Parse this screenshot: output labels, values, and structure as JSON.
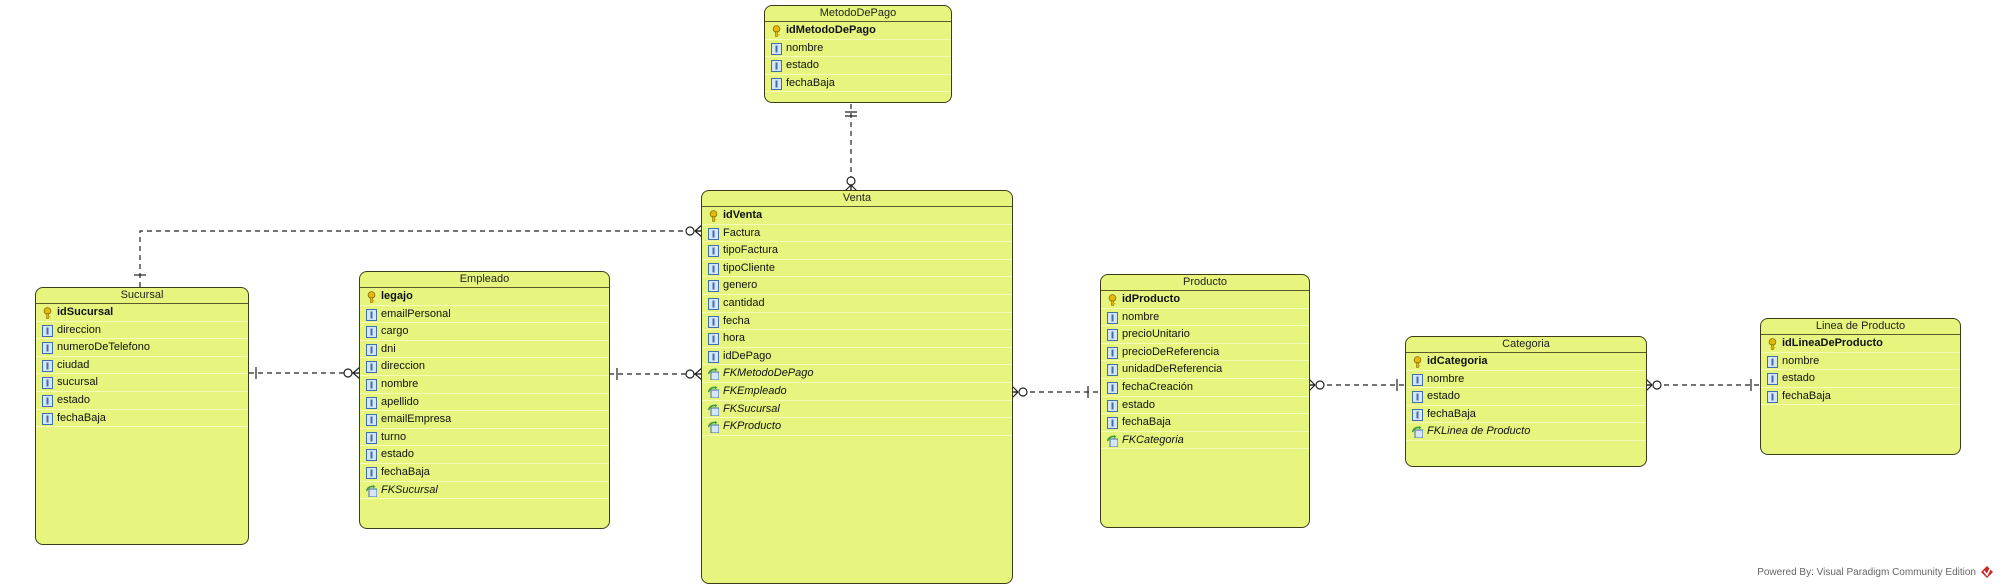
{
  "diagram": {
    "credit": "Powered By: Visual Paradigm Community Edition",
    "entities": [
      {
        "id": "metodo",
        "title": "MetodoDePago",
        "attributes": [
          {
            "name": "idMetodoDePago",
            "kind": "pk"
          },
          {
            "name": "nombre",
            "kind": "col"
          },
          {
            "name": "estado",
            "kind": "col"
          },
          {
            "name": "fechaBaja",
            "kind": "col"
          }
        ]
      },
      {
        "id": "venta",
        "title": "Venta",
        "attributes": [
          {
            "name": "idVenta",
            "kind": "pk"
          },
          {
            "name": "Factura",
            "kind": "col"
          },
          {
            "name": "tipoFactura",
            "kind": "col"
          },
          {
            "name": "tipoCliente",
            "kind": "col"
          },
          {
            "name": "genero",
            "kind": "col"
          },
          {
            "name": "cantidad",
            "kind": "col"
          },
          {
            "name": "fecha",
            "kind": "col"
          },
          {
            "name": "hora",
            "kind": "col"
          },
          {
            "name": "idDePago",
            "kind": "col"
          },
          {
            "name": "FKMetodoDePago",
            "kind": "fk"
          },
          {
            "name": "FKEmpleado",
            "kind": "fk"
          },
          {
            "name": "FKSucursal",
            "kind": "fk"
          },
          {
            "name": "FKProducto",
            "kind": "fk"
          }
        ]
      },
      {
        "id": "sucursal",
        "title": "Sucursal",
        "attributes": [
          {
            "name": "idSucursal",
            "kind": "pk"
          },
          {
            "name": "direccion",
            "kind": "col"
          },
          {
            "name": "numeroDeTelefono",
            "kind": "col"
          },
          {
            "name": "ciudad",
            "kind": "col"
          },
          {
            "name": "sucursal",
            "kind": "col"
          },
          {
            "name": "estado",
            "kind": "col"
          },
          {
            "name": "fechaBaja",
            "kind": "col"
          }
        ]
      },
      {
        "id": "empleado",
        "title": "Empleado",
        "attributes": [
          {
            "name": "legajo",
            "kind": "pk"
          },
          {
            "name": "emailPersonal",
            "kind": "col"
          },
          {
            "name": "cargo",
            "kind": "col"
          },
          {
            "name": "dni",
            "kind": "col"
          },
          {
            "name": "direccion",
            "kind": "col"
          },
          {
            "name": "nombre",
            "kind": "col"
          },
          {
            "name": "apellido",
            "kind": "col"
          },
          {
            "name": "emailEmpresa",
            "kind": "col"
          },
          {
            "name": "turno",
            "kind": "col"
          },
          {
            "name": "estado",
            "kind": "col"
          },
          {
            "name": "fechaBaja",
            "kind": "col"
          },
          {
            "name": "FKSucursal",
            "kind": "fk"
          }
        ]
      },
      {
        "id": "producto",
        "title": "Producto",
        "attributes": [
          {
            "name": "idProducto",
            "kind": "pk"
          },
          {
            "name": "nombre",
            "kind": "col"
          },
          {
            "name": "precioUnitario",
            "kind": "col"
          },
          {
            "name": "precioDeReferencia",
            "kind": "col"
          },
          {
            "name": "unidadDeReferencia",
            "kind": "col"
          },
          {
            "name": "fechaCreación",
            "kind": "col"
          },
          {
            "name": "estado",
            "kind": "col"
          },
          {
            "name": "fechaBaja",
            "kind": "col"
          },
          {
            "name": "FKCategoria",
            "kind": "fk"
          }
        ]
      },
      {
        "id": "categoria",
        "title": "Categoria",
        "attributes": [
          {
            "name": "idCategoria",
            "kind": "pk"
          },
          {
            "name": "nombre",
            "kind": "col"
          },
          {
            "name": "estado",
            "kind": "col"
          },
          {
            "name": "fechaBaja",
            "kind": "col"
          },
          {
            "name": "FKLinea de Producto",
            "kind": "fk"
          }
        ]
      },
      {
        "id": "linea",
        "title": "Linea de Producto",
        "attributes": [
          {
            "name": "idLineaDeProducto",
            "kind": "pk"
          },
          {
            "name": "nombre",
            "kind": "col"
          },
          {
            "name": "estado",
            "kind": "col"
          },
          {
            "name": "fechaBaja",
            "kind": "col"
          }
        ]
      }
    ],
    "relationships": [
      {
        "one": "metodo",
        "many": "venta"
      },
      {
        "one": "sucursal",
        "many": "venta"
      },
      {
        "one": "sucursal",
        "many": "empleado"
      },
      {
        "one": "empleado",
        "many": "venta"
      },
      {
        "one": "producto",
        "many": "venta"
      },
      {
        "one": "categoria",
        "many": "producto"
      },
      {
        "one": "linea",
        "many": "categoria"
      }
    ],
    "colors": {
      "entity_fill": "#e7f57e",
      "border": "#3c3c1c",
      "key": "#e3b90d",
      "column": "#3d6fb0",
      "fk_arrow": "#3f9a3f"
    }
  }
}
